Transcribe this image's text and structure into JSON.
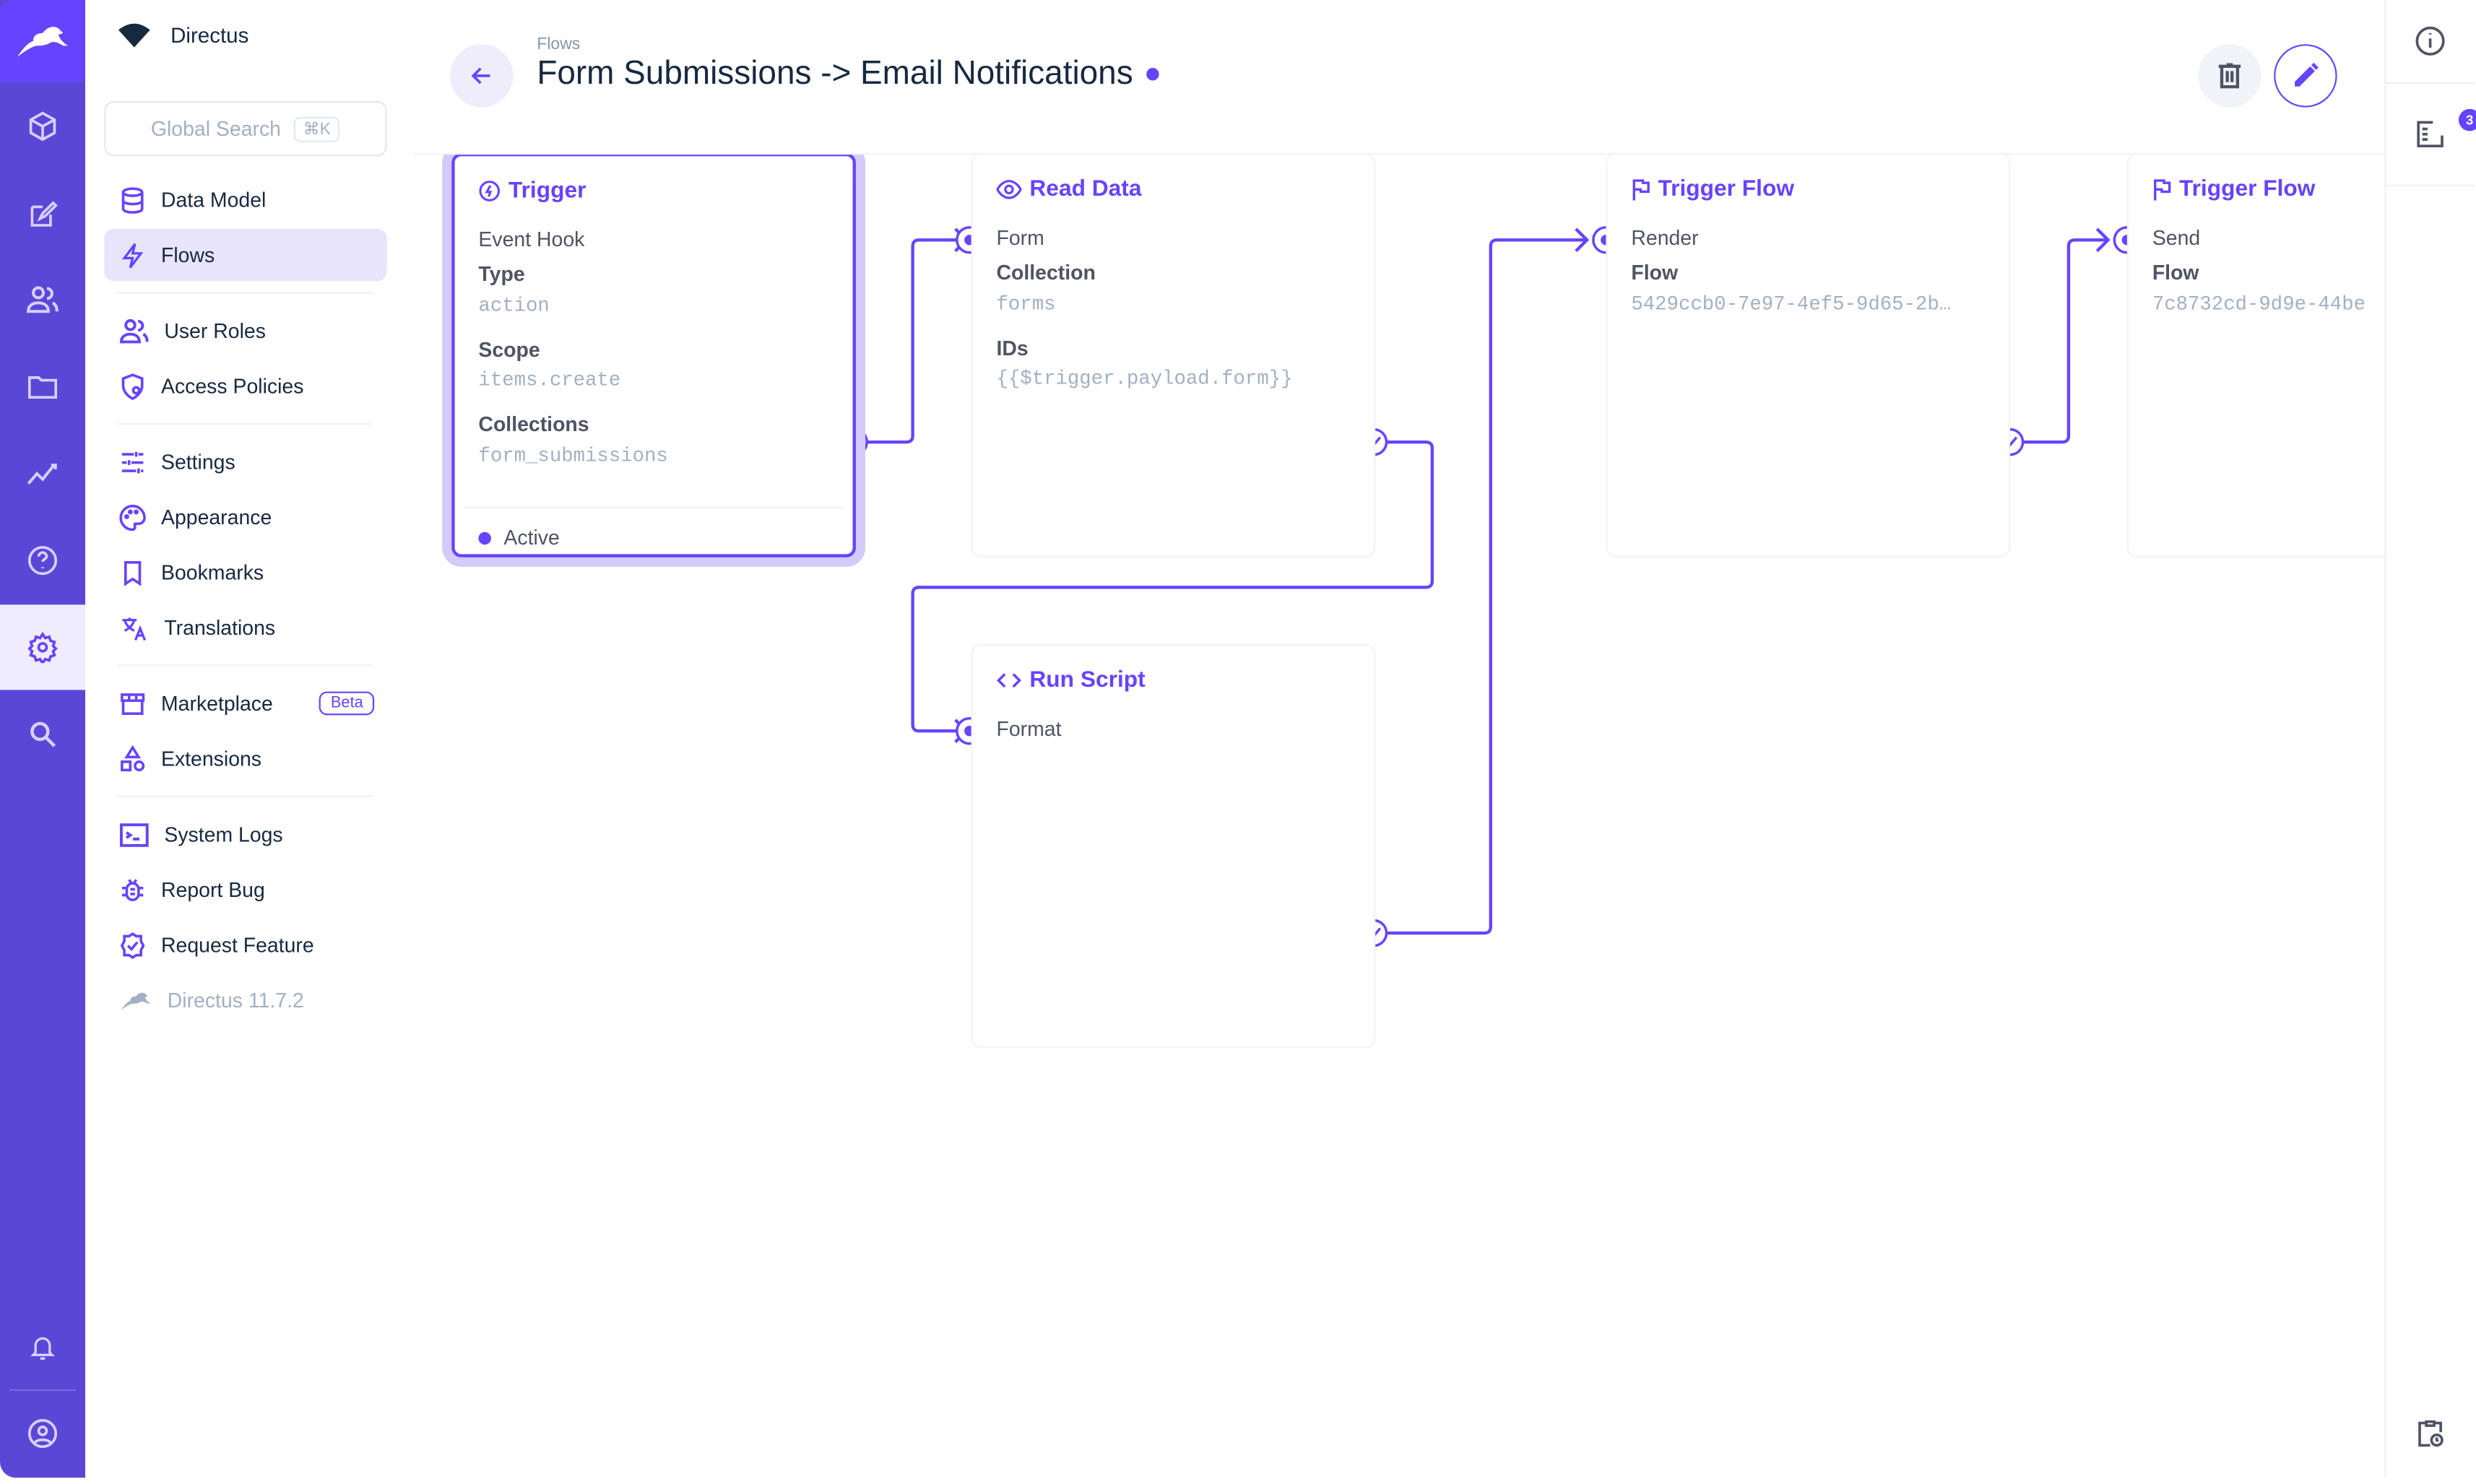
{
  "colors": {
    "accent": "#6644ff",
    "rail": "#5b47d6",
    "muted": "#a2b0c4"
  },
  "app": {
    "project_name": "Directus",
    "version": "Directus 11.7.2"
  },
  "rail": {
    "items": [
      "content-cube-icon",
      "edit-icon",
      "users-icon",
      "folder-icon",
      "insights-icon",
      "help-icon",
      "settings-icon",
      "search-icon"
    ],
    "bottom": [
      "bell-icon",
      "account-icon"
    ]
  },
  "nav": {
    "search_placeholder": "Global Search",
    "search_shortcut": "⌘K",
    "items": [
      {
        "label": "Data Model"
      },
      {
        "label": "Flows"
      },
      {
        "label": "User Roles"
      },
      {
        "label": "Access Policies"
      },
      {
        "label": "Settings"
      },
      {
        "label": "Appearance"
      },
      {
        "label": "Bookmarks"
      },
      {
        "label": "Translations"
      },
      {
        "label": "Marketplace",
        "badge": "Beta"
      },
      {
        "label": "Extensions"
      },
      {
        "label": "System Logs"
      },
      {
        "label": "Report Bug"
      },
      {
        "label": "Request Feature"
      }
    ],
    "active": "Flows"
  },
  "header": {
    "breadcrumb": "Flows",
    "title": "Form Submissions -> Email Notifications",
    "status": "active"
  },
  "sidebar_right": {
    "notifications_count": "3"
  },
  "flow": {
    "trigger": {
      "title": "Trigger",
      "subtitle": "Event Hook",
      "type_label": "Type",
      "type_value": "action",
      "scope_label": "Scope",
      "scope_value": "items.create",
      "collections_label": "Collections",
      "collections_value": "form_submissions",
      "status": "Active"
    },
    "read_data": {
      "title": "Read Data",
      "key": "Form",
      "collection_label": "Collection",
      "collection_value": "forms",
      "ids_label": "IDs",
      "ids_value": "{{$trigger.payload.form}}"
    },
    "run_script": {
      "title": "Run Script",
      "key": "Format"
    },
    "trigger_flow_1": {
      "title": "Trigger Flow",
      "key": "Render",
      "flow_label": "Flow",
      "flow_value": "5429ccb0-7e97-4ef5-9d65-2b…"
    },
    "trigger_flow_2": {
      "title": "Trigger Flow",
      "key": "Send",
      "flow_label": "Flow",
      "flow_value": "7c8732cd-9d9e-44be"
    }
  }
}
